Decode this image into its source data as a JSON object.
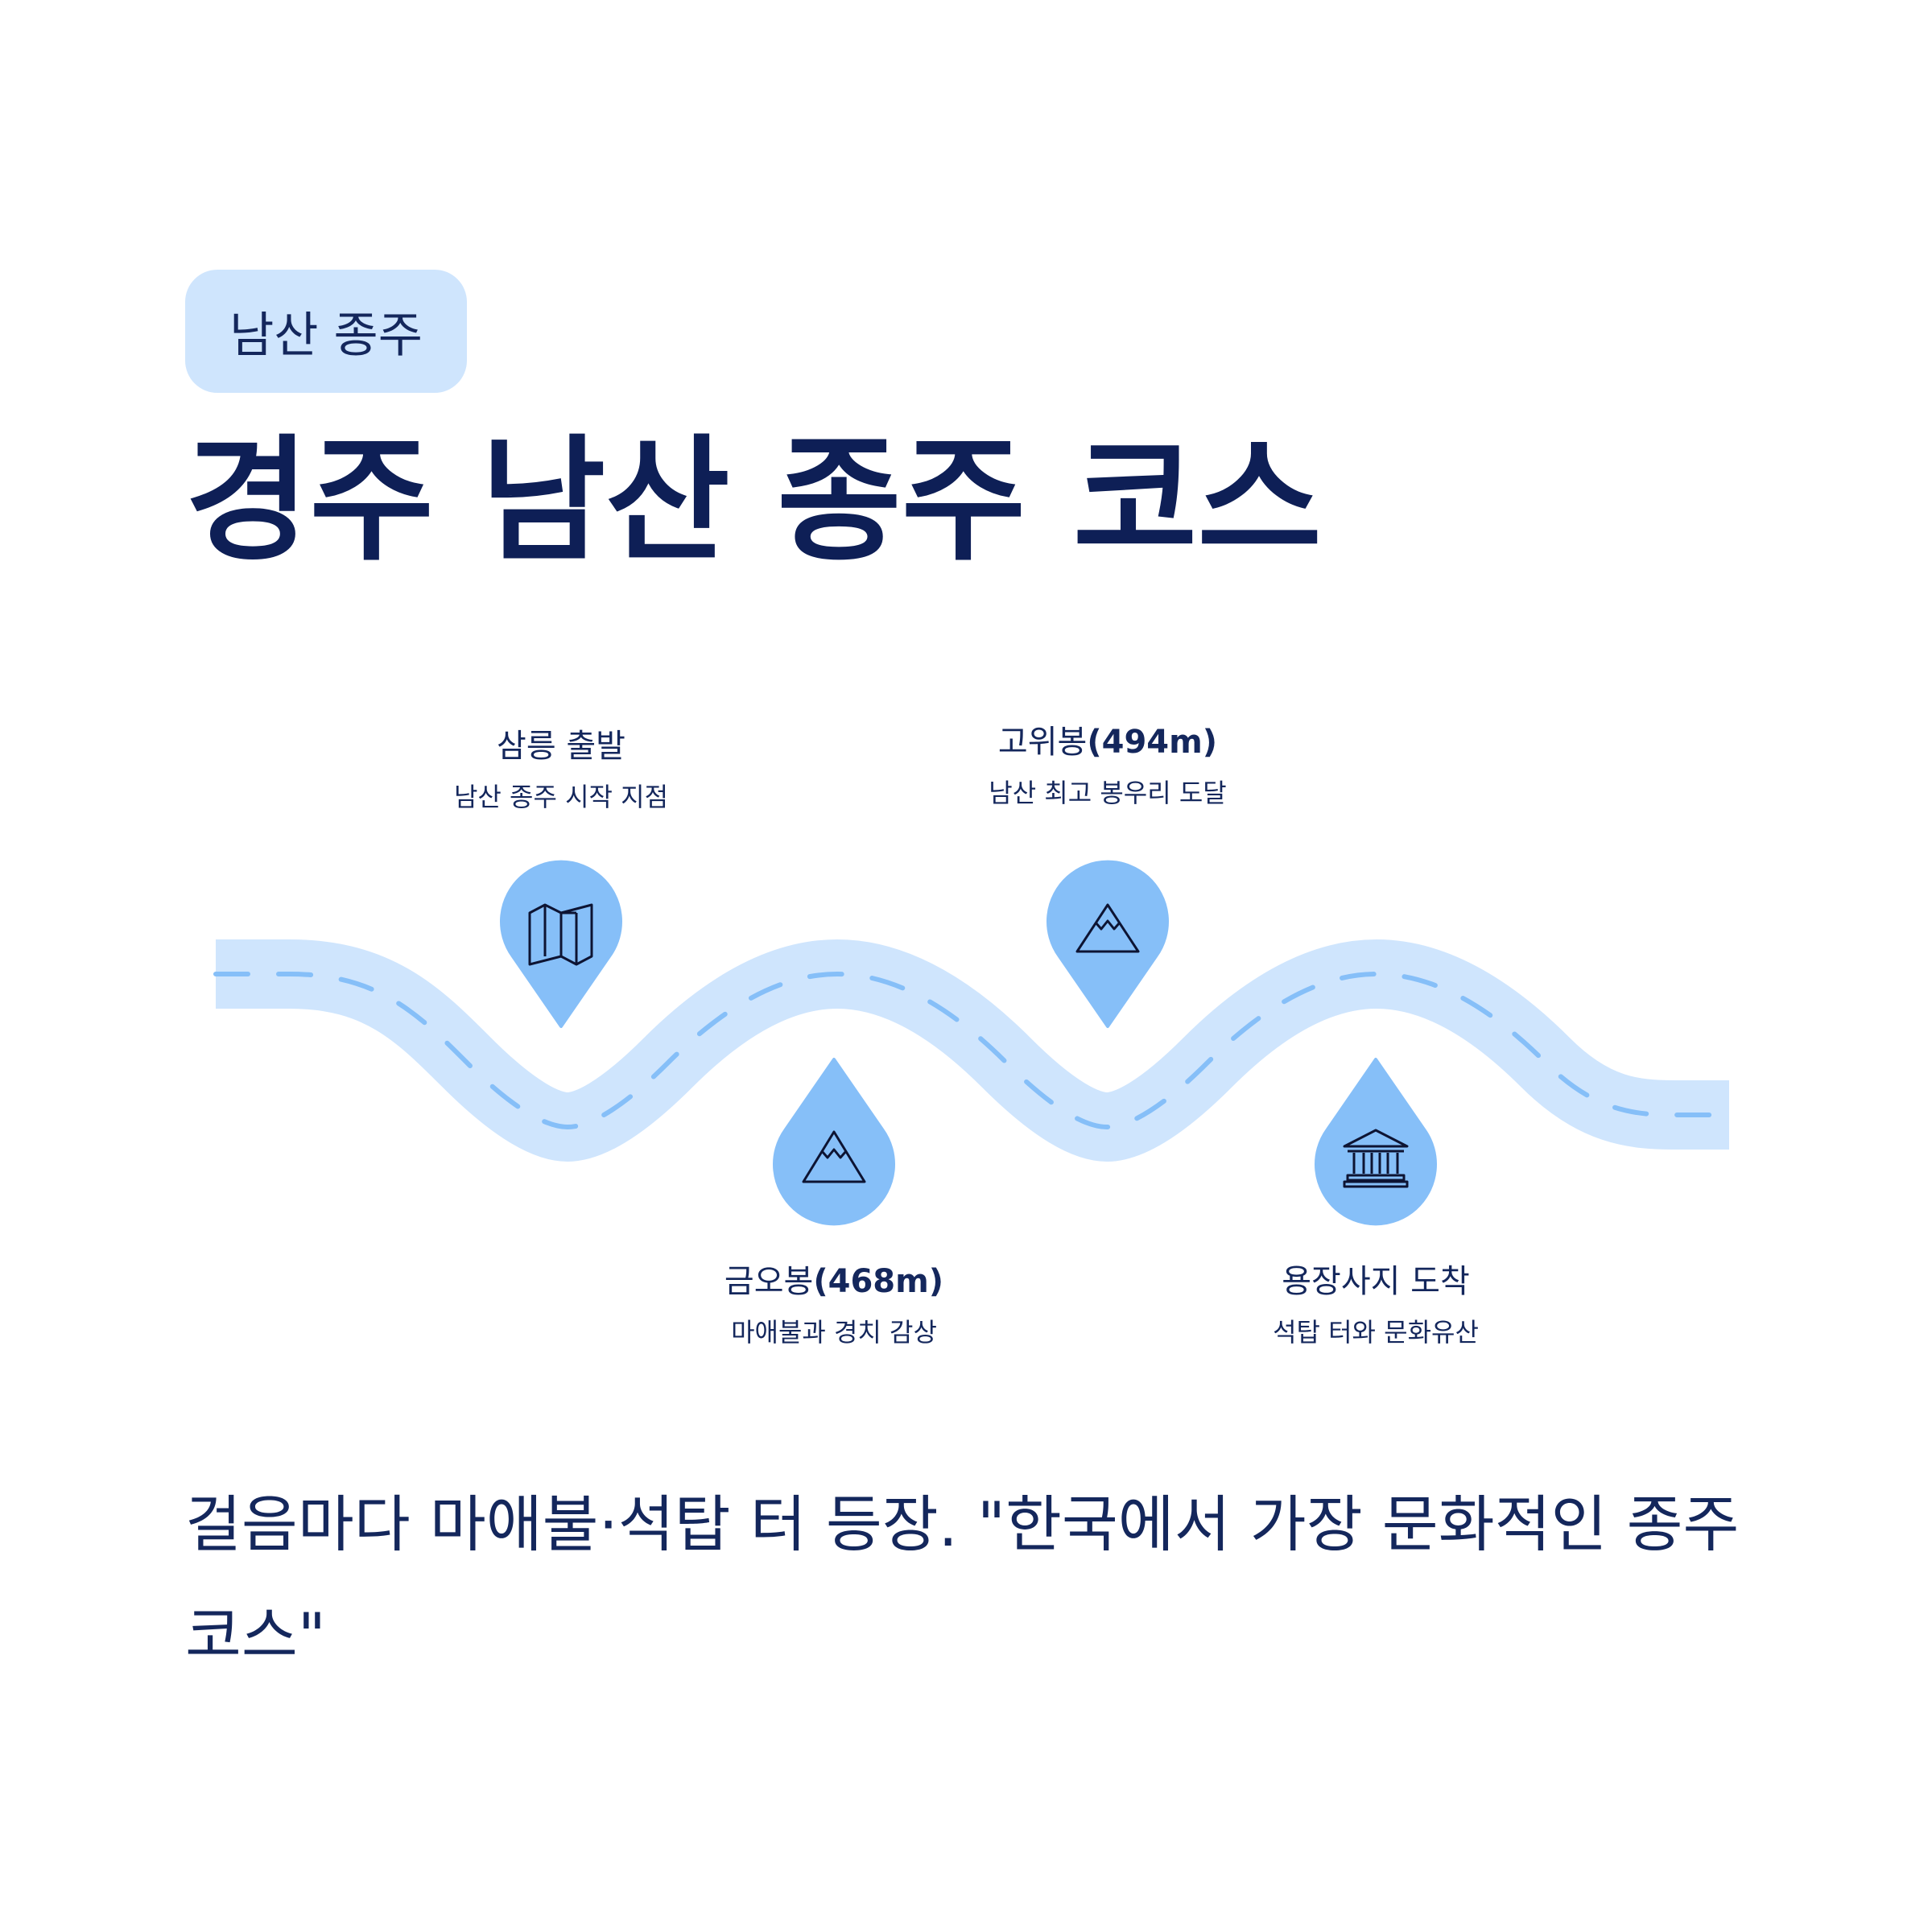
{
  "tag": {
    "label": "남산 종주"
  },
  "title": "경주 남산 종주 코스",
  "stops": [
    {
      "name": "삼릉 출발",
      "elevation": "",
      "desc": "남산 종주 시작 지점",
      "icon": "map-icon"
    },
    {
      "name": "금오봉",
      "elevation": "(468m)",
      "desc": "마애불과 경치 감상",
      "icon": "mountain-icon"
    },
    {
      "name": "고위봉",
      "elevation": "(494m)",
      "desc": "남산 최고 봉우리 도달",
      "icon": "mountain-icon"
    },
    {
      "name": "용장사지 도착",
      "elevation": "",
      "desc": "석탑 터와 문화유산",
      "icon": "temple-icon"
    }
  ],
  "quote": "걸음마다 마애불·석탑 터 등장. \"한국에서 가장 문화적인 종주 코스\"",
  "colors": {
    "road": "#cfe5fd",
    "road_dash": "#86bff8",
    "pin": "#86bff8",
    "text": "#14275c",
    "tag_bg": "#cfe5fd"
  }
}
